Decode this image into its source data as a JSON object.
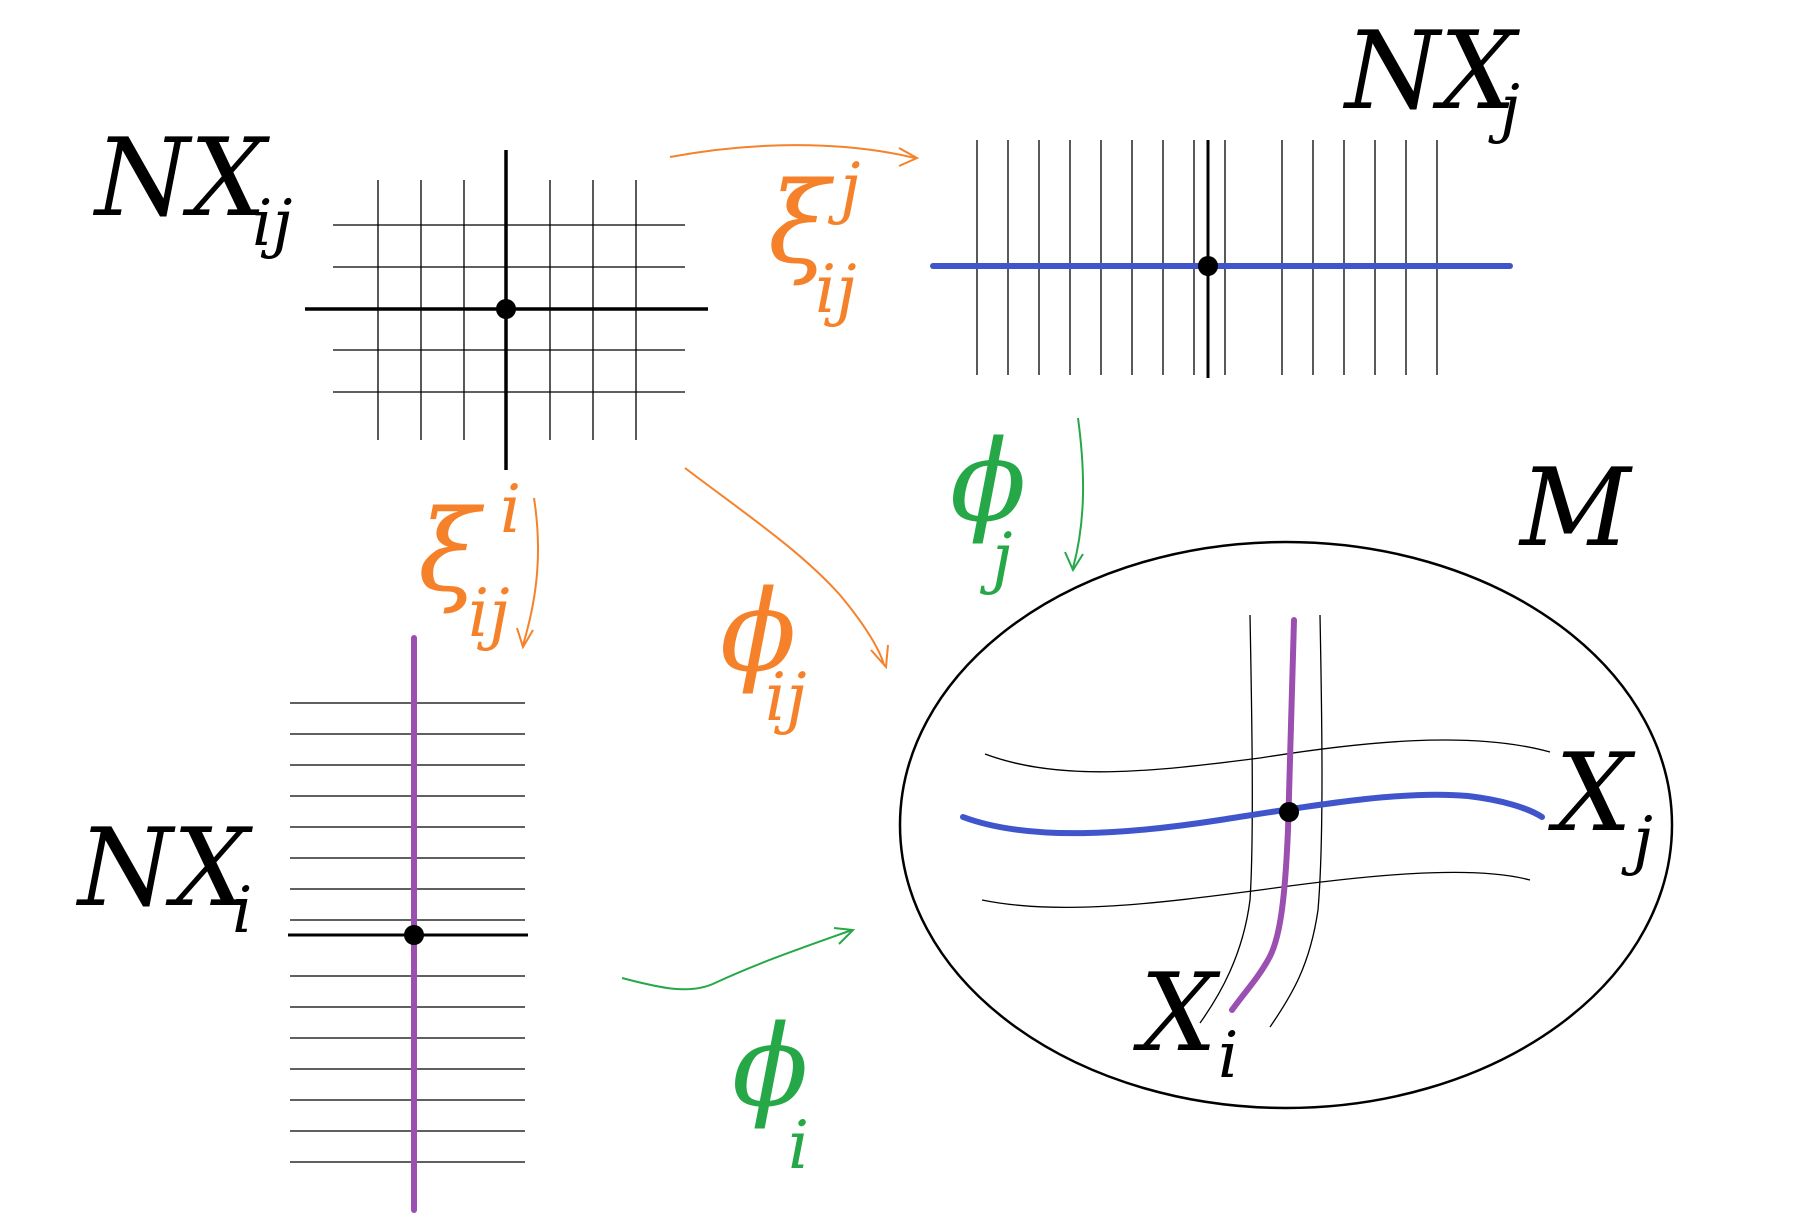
{
  "colors": {
    "ink": "#000000",
    "orange": "#f5822a",
    "green": "#26a849",
    "blue": "#4055cc",
    "purple": "#9b4fb0"
  },
  "labels": {
    "nx_ij": {
      "main": "NX",
      "sub": "ij"
    },
    "nx_j": {
      "main": "NX",
      "sub": "j"
    },
    "nx_i": {
      "main": "NX",
      "sub": "i"
    },
    "m": {
      "main": "M"
    },
    "x_j": {
      "main": "X",
      "sub": "j"
    },
    "x_i": {
      "main": "X",
      "sub": "i"
    },
    "xi_ij_j": {
      "main": "ξ",
      "sup": "j",
      "sub": "ij"
    },
    "xi_ij_i": {
      "main": "ξ",
      "sup": "i",
      "sub": "ij"
    },
    "phi_ij": {
      "main": "ϕ",
      "sub": "ij"
    },
    "phi_j": {
      "main": "ϕ",
      "sub": "j"
    },
    "phi_i": {
      "main": "ϕ",
      "sub": "i"
    }
  }
}
